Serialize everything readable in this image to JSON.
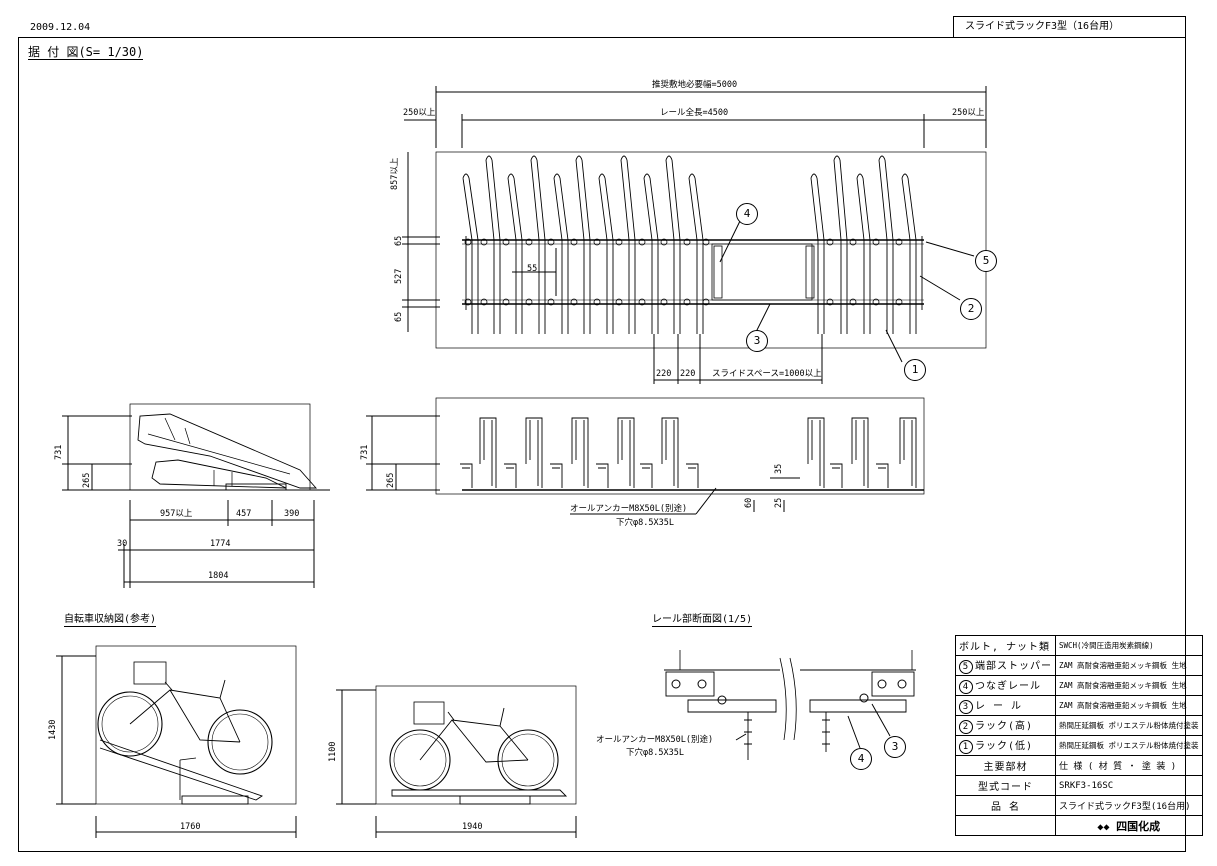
{
  "header": {
    "date": "2009.12.04",
    "product_title": "スライド式ラックF3型（16台用）",
    "main_view_title": "据 付 図(S= 1/30)"
  },
  "dimensions": {
    "total_width": "推奨敷地必要幅=5000",
    "rail_length": "レール全長=4500",
    "margin_left": "250以上",
    "margin_right": "250以上",
    "top_clearance": "857以上",
    "d65_top": "65",
    "d527": "527",
    "d65_bottom": "65",
    "d55": "55",
    "d220_a": "220",
    "d220_b": "220",
    "slide_space": "スライドスペース=1000以上",
    "side_731_a": "731",
    "side_265_a": "265",
    "side_731_b": "731",
    "side_265_b": "265",
    "d957": "957以上",
    "d457": "457",
    "d390": "390",
    "d30": "30",
    "d1774": "1774",
    "d1804": "1804",
    "d35": "35",
    "d60": "60",
    "d25": "25",
    "anchor_1": "オールアンカーM8X50L(別途)",
    "hole_1": "下穴φ8.5X35L",
    "bike_h1": "1430",
    "bike_w1": "1760",
    "bike_h2": "1100",
    "bike_w2": "1940",
    "anchor_2": "オールアンカーM8X50L(別途)",
    "hole_2": "下穴φ8.5X35L"
  },
  "callouts": {
    "c1": "1",
    "c2": "2",
    "c3": "3",
    "c4": "4",
    "c5": "5",
    "r3": "3",
    "r4": "4"
  },
  "views": {
    "bike_view_title": "自転車収納図(参考)",
    "rail_view_title": "レール部断面図(1/5)"
  },
  "parts_table": {
    "rows": [
      {
        "num": "",
        "name": "ボルト, ナット類",
        "spec": "SWCH(冷間圧造用炭素鋼線)"
      },
      {
        "num": "5",
        "name": "端部ストッパー",
        "spec": "ZAM 高耐食溶融亜鉛メッキ鋼板 生地"
      },
      {
        "num": "4",
        "name": "つなぎレール",
        "spec": "ZAM 高耐食溶融亜鉛メッキ鋼板 生地"
      },
      {
        "num": "3",
        "name": "レ ー ル",
        "spec": "ZAM 高耐食溶融亜鉛メッキ鋼板 生地"
      },
      {
        "num": "2",
        "name": "ラック(高)",
        "spec": "熱間圧延鋼板 ポリエステル粉体焼付塗装"
      },
      {
        "num": "1",
        "name": "ラック(低)",
        "spec": "熱間圧延鋼板 ポリエステル粉体焼付塗装"
      }
    ],
    "header_left": "主要部材",
    "header_right": "仕 様 ( 材 質 ・ 塗 装 )",
    "model_label": "型式コード",
    "model_value": "SRKF3-16SC",
    "name_label": "品   名",
    "name_value": "スライド式ラックF3型(16台用)",
    "company": "四国化成"
  }
}
